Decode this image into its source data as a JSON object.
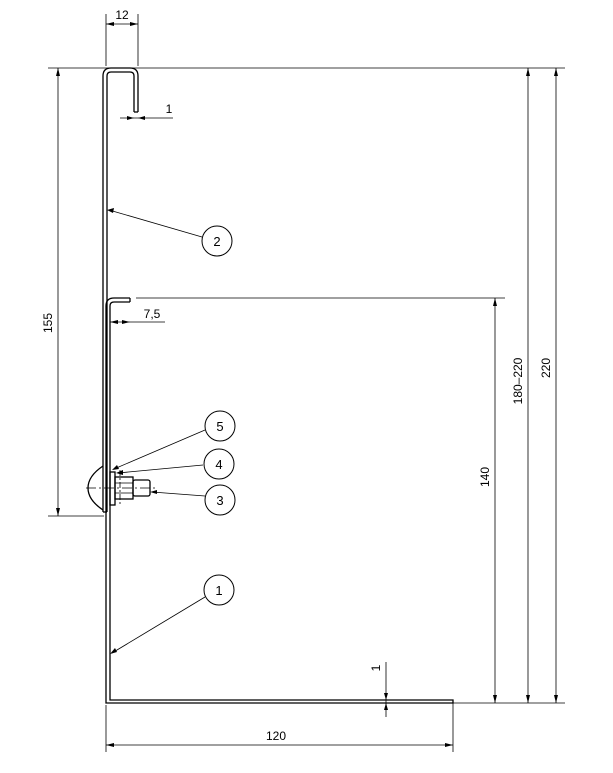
{
  "dimensions": {
    "top_width": "12",
    "top_thickness": "1",
    "left_height": "155",
    "mid_offset": "7,5",
    "inner_height": "140",
    "range_height": "180–220",
    "total_height": "220",
    "bottom_thickness": "1",
    "bottom_length": "120"
  },
  "balloons": [
    "1",
    "2",
    "3",
    "4",
    "5"
  ]
}
